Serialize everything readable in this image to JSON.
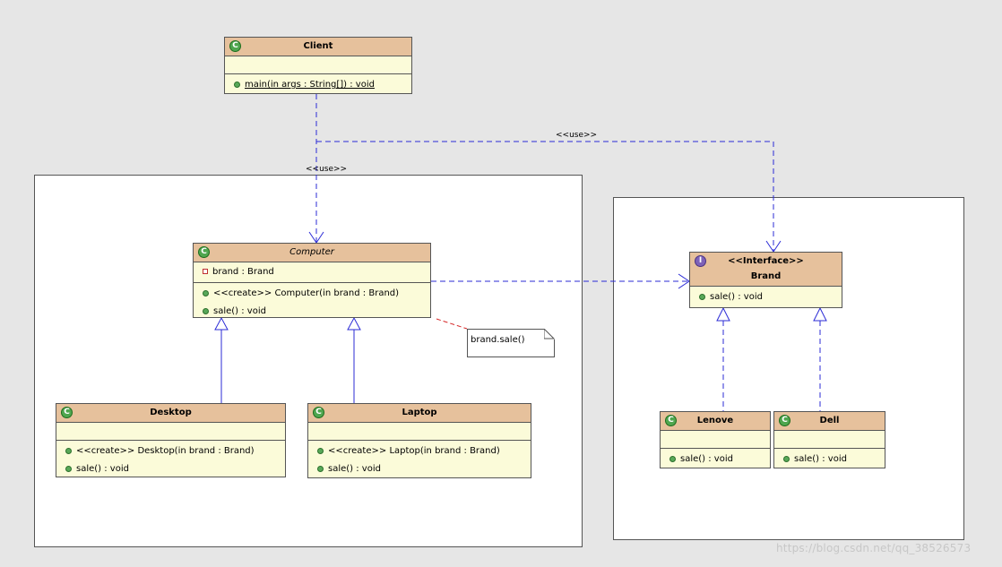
{
  "classes": {
    "client": {
      "name": "Client",
      "ops": [
        "main(in args : String[]) : void"
      ]
    },
    "computer": {
      "name": "Computer",
      "attrs": [
        "brand : Brand"
      ],
      "ops": [
        "<<create>> Computer(in brand : Brand)",
        "sale() : void"
      ]
    },
    "desktop": {
      "name": "Desktop",
      "ops": [
        "<<create>> Desktop(in brand : Brand)",
        "sale() : void"
      ]
    },
    "laptop": {
      "name": "Laptop",
      "ops": [
        "<<create>> Laptop(in brand : Brand)",
        "sale() : void"
      ]
    },
    "brand": {
      "stereotype": "<<Interface>>",
      "name": "Brand",
      "ops": [
        "sale() : void"
      ]
    },
    "lenove": {
      "name": "Lenove",
      "ops": [
        "sale() : void"
      ]
    },
    "dell": {
      "name": "Dell",
      "ops": [
        "sale() : void"
      ]
    }
  },
  "note": {
    "text": "brand.sale()"
  },
  "relations": {
    "use_label_1": "<<use>>",
    "use_label_2": "<<use>>"
  },
  "icons": {
    "class_icon": "class-icon",
    "interface_icon": "interface-icon",
    "class_letter": "C",
    "interface_letter": "I"
  },
  "colors": {
    "class_header": "#e6c19c",
    "class_body": "#fbfbd9",
    "dependency_line": "#2b2bd6",
    "note_link": "#d62828"
  },
  "watermark": "https://blog.csdn.net/qq_38526573"
}
